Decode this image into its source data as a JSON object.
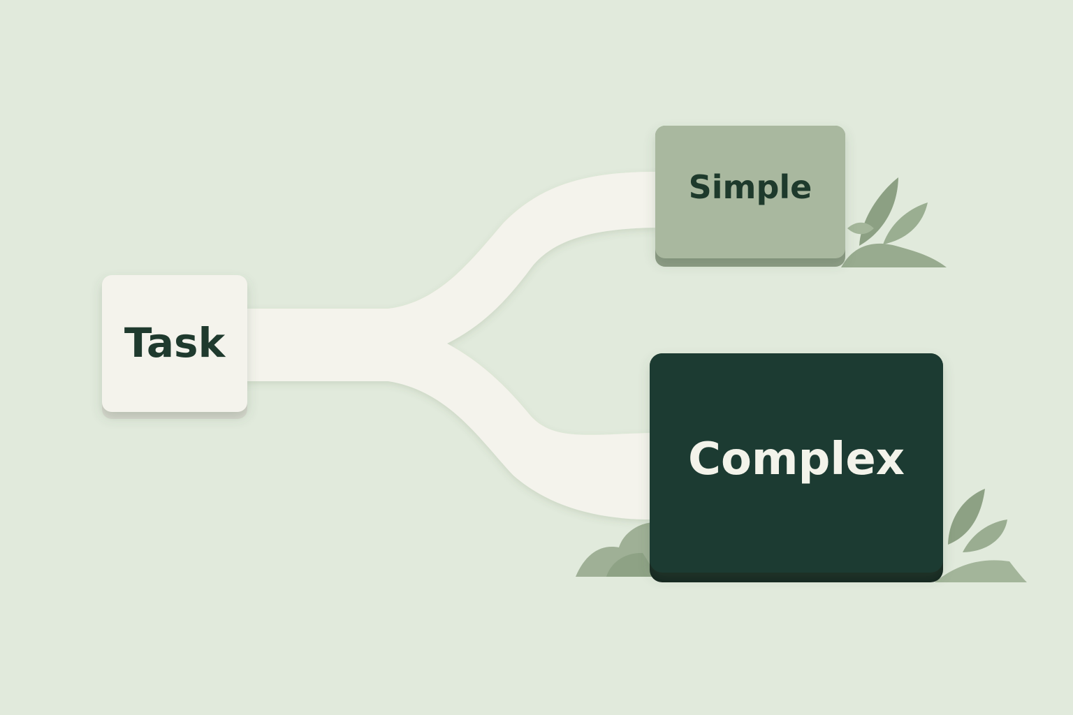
{
  "diagram": {
    "source": {
      "label": "Task"
    },
    "branches": [
      {
        "label": "Simple"
      },
      {
        "label": "Complex"
      }
    ]
  },
  "colors": {
    "background": "#e1eadc",
    "path": "#f4f3ec",
    "task_face": "#f4f3ec",
    "task_text": "#1f3a2e",
    "simple_face": "#a9b89f",
    "simple_text": "#1e3a2c",
    "complex_face": "#1f3b30",
    "complex_text": "#f3f3ea",
    "leaf": "#9fb096",
    "leaf_dark": "#8ea285"
  }
}
